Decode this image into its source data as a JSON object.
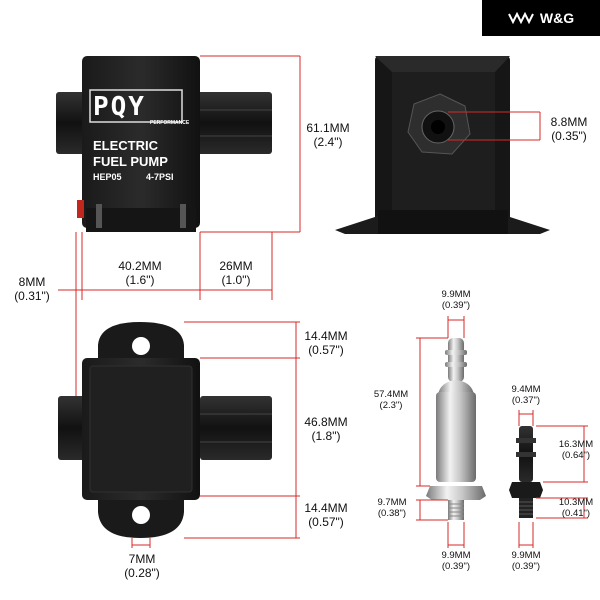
{
  "brand": {
    "name": "W&G",
    "icon": "wg-chevrons-logo"
  },
  "pump_label": {
    "logo": "PQY",
    "logo_sub": "PERFORMANCE",
    "line1": "ELECTRIC",
    "line2": "FUEL PUMP",
    "model": "HEP05",
    "pressure": "4-7PSI"
  },
  "dimensions": {
    "height": {
      "mm": "61.1MM",
      "in": "(2.4\")"
    },
    "port": {
      "mm": "8.8MM",
      "in": "(0.35\")"
    },
    "left_offset": {
      "mm": "8MM",
      "in": "(0.31\")"
    },
    "body_width": {
      "mm": "40.2MM",
      "in": "(1.6\")"
    },
    "outlet_len": {
      "mm": "26MM",
      "in": "(1.0\")"
    },
    "top_tab": {
      "mm": "14.4MM",
      "in": "(0.57\")"
    },
    "body_height": {
      "mm": "46.8MM",
      "in": "(1.8\")"
    },
    "bottom_tab": {
      "mm": "14.4MM",
      "in": "(0.57\")"
    },
    "hole_offset": {
      "mm": "7MM",
      "in": "(0.28\")"
    },
    "fitting_top_dia": {
      "mm": "9.9MM",
      "in": "(0.39\")"
    },
    "fitting_len": {
      "mm": "57.4MM",
      "in": "(2.3\")"
    },
    "fitting_thread": {
      "mm": "9.7MM",
      "in": "(0.38\")"
    },
    "fitting_bottom_dia": {
      "mm": "9.9MM",
      "in": "(0.39\")"
    },
    "barb_dia": {
      "mm": "9.4MM",
      "in": "(0.37\")"
    },
    "barb_len": {
      "mm": "16.3MM",
      "in": "(0.64\")"
    },
    "barb_thread_len": {
      "mm": "10.3MM",
      "in": "(0.41\")"
    },
    "barb_bottom_dia": {
      "mm": "9.9MM",
      "in": "(0.39\")"
    }
  }
}
